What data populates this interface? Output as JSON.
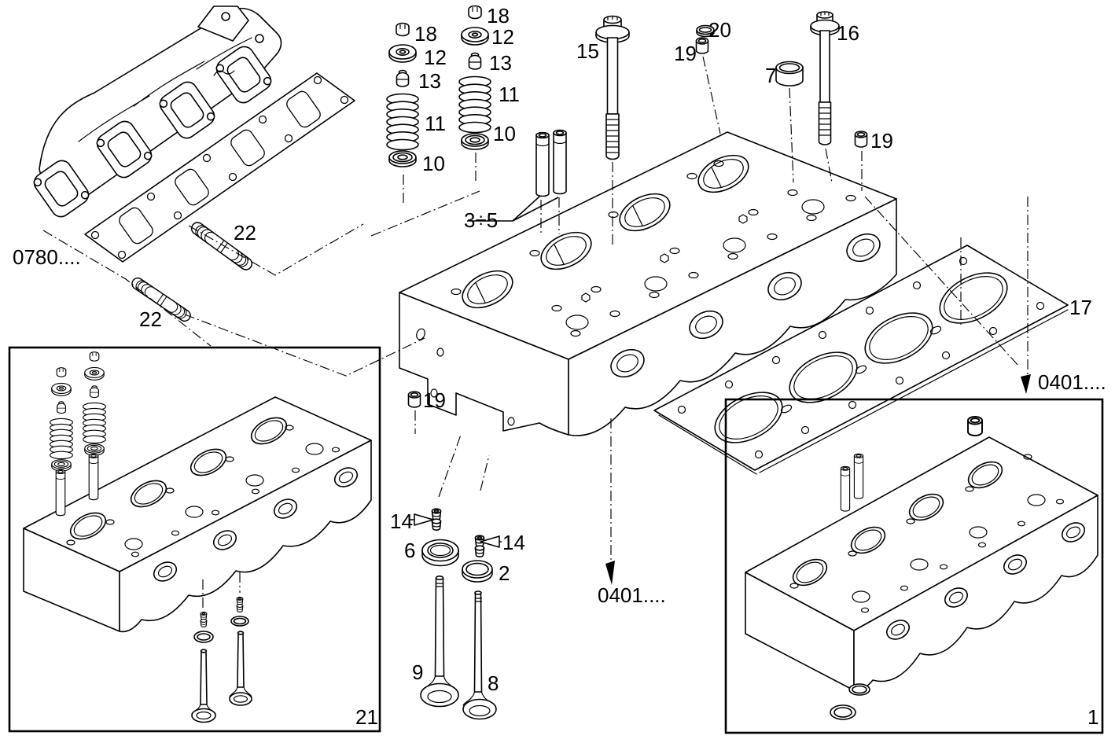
{
  "figure": {
    "kind": "exploded-parts-diagram",
    "subject": "cylinder head assembly",
    "background": "#ffffff",
    "line_color": "#000000"
  },
  "callouts": [
    {
      "target": "exhaust-manifold-ref",
      "text": "0780...."
    },
    {
      "target": "manifold-stud-upper",
      "text": "22"
    },
    {
      "target": "manifold-stud-lower",
      "text": "22"
    },
    {
      "target": "collet-cap-left",
      "text": "18"
    },
    {
      "target": "spring-retainer-left",
      "text": "12"
    },
    {
      "target": "valve-stem-seal-left",
      "text": "13"
    },
    {
      "target": "valve-spring-left",
      "text": "11"
    },
    {
      "target": "spring-seat-washer-left",
      "text": "10"
    },
    {
      "target": "collet-cap-right",
      "text": "18"
    },
    {
      "target": "spring-retainer-right",
      "text": "12"
    },
    {
      "target": "valve-stem-seal-right",
      "text": "13"
    },
    {
      "target": "valve-spring-right",
      "text": "11"
    },
    {
      "target": "spring-seat-washer-right",
      "text": "10"
    },
    {
      "target": "valve-guides",
      "text": "3÷5"
    },
    {
      "target": "head-bolt-long",
      "text": "15"
    },
    {
      "target": "plug-top",
      "text": "19"
    },
    {
      "target": "sealing-ring",
      "text": "20"
    },
    {
      "target": "head-bolt-short",
      "text": "16"
    },
    {
      "target": "cup-plug",
      "text": "7"
    },
    {
      "target": "plug-right",
      "text": "19"
    },
    {
      "target": "plug-left",
      "text": "19"
    },
    {
      "target": "cylinder-head-gasket",
      "text": "17"
    },
    {
      "target": "engine-block-ref-right",
      "text": "0401...."
    },
    {
      "target": "valve-collets-left",
      "text": "14"
    },
    {
      "target": "valve-collets-right",
      "text": "14"
    },
    {
      "target": "valve-rotator",
      "text": "6"
    },
    {
      "target": "valve-seat-ring",
      "text": "2"
    },
    {
      "target": "intake-valve",
      "text": "9"
    },
    {
      "target": "exhaust-valve",
      "text": "8"
    },
    {
      "target": "engine-block-ref-bottom",
      "text": "0401...."
    },
    {
      "target": "assembled-head-box",
      "text": "21"
    },
    {
      "target": "bare-head-box",
      "text": "1"
    }
  ]
}
